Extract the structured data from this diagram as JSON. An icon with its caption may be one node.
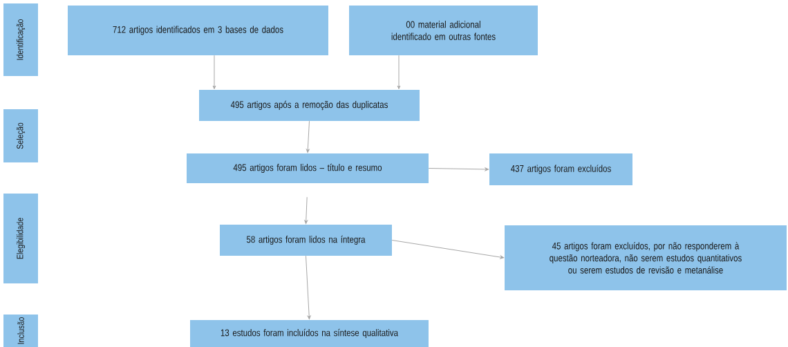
{
  "diagram": {
    "nodes": [
      {
        "text": [
          "Identificação"
        ]
      },
      {
        "text": [
          "Seleção"
        ]
      },
      {
        "text": [
          "Elegibilidade"
        ]
      },
      {
        "text": [
          "Inclusão"
        ]
      },
      {
        "text": [
          "712 artigos identificados em 3 bases de dados"
        ]
      },
      {
        "text": [
          "00 material adicional identificado em outras fontes"
        ]
      },
      {
        "text": [
          "495 artigos após a remoção das duplicatas"
        ]
      },
      {
        "text": [
          "495 artigos foram lidos – título e resumo"
        ]
      },
      {
        "text": [
          "437 artigos foram excluídos"
        ]
      },
      {
        "text": [
          "58 artigos foram lidos na íntegra"
        ]
      },
      {
        "text": [
          "45 artigos foram excluídos, por não responderem à questão norteadora, não serem estudos quantitativos ou serem estudos de revisão e metanálise"
        ]
      },
      {
        "text": [
          "13 estudos foram incluídos na síntese qualitativa"
        ]
      }
    ],
    "edges": [
      {
        "from": 4,
        "to": 6,
        "arrow": "to"
      },
      {
        "from": 5,
        "to": 6,
        "arrow": "to"
      },
      {
        "from": 6,
        "to": 7,
        "arrow": "to"
      },
      {
        "from": 7,
        "to": 8,
        "arrow": "to"
      },
      {
        "from": 7,
        "to": 9,
        "arrow": "to"
      },
      {
        "from": 9,
        "to": 10,
        "arrow": "to"
      },
      {
        "from": 9,
        "to": 11,
        "arrow": "to"
      }
    ]
  }
}
